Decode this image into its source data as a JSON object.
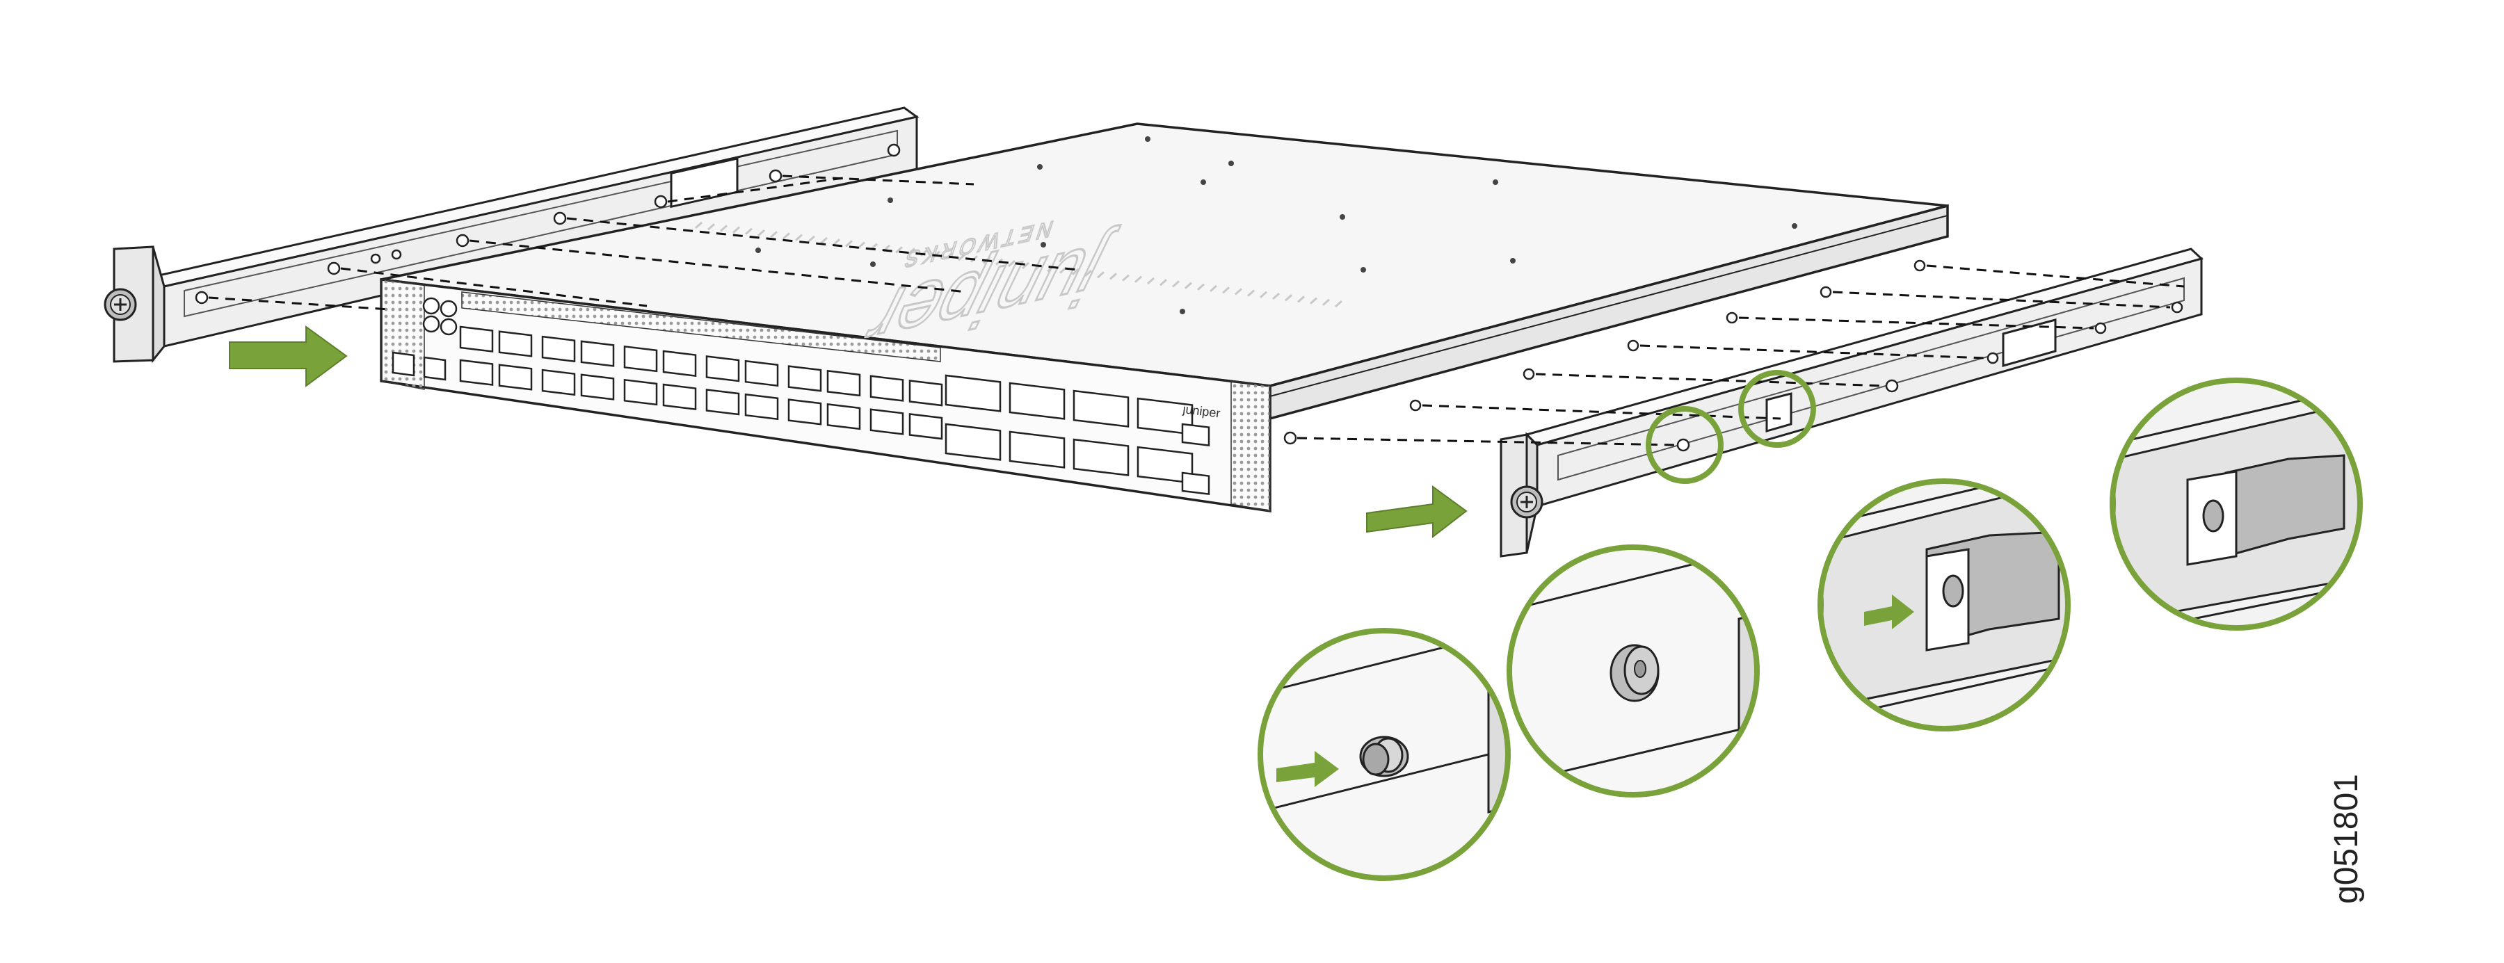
{
  "figure_id": "g051801",
  "device": {
    "brand_logo": "juniper",
    "brand_sub": "NETWORKS",
    "panel_logo": "juniper"
  },
  "colors": {
    "accent_green": "#7AA23A",
    "outline": "#222222",
    "chassis_fill": "#f4f4f4",
    "rail_fill": "#eeeeee",
    "logo_gray": "#c8c8c8"
  },
  "icons": [
    "arrow-right-icon",
    "captive-screw-icon",
    "mounting-pin-icon",
    "detail-callout-icon"
  ]
}
